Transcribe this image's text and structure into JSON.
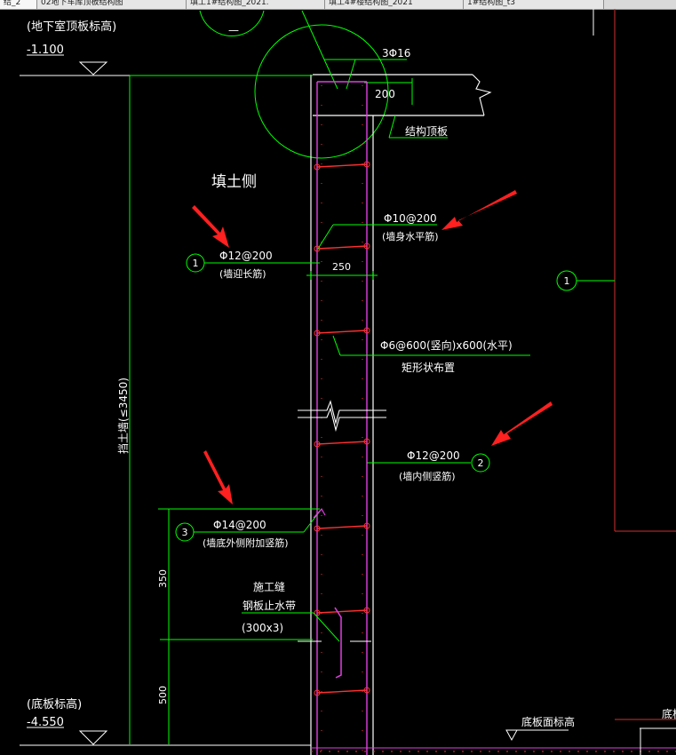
{
  "tabs": [
    {
      "label": "结_2"
    },
    {
      "label": "02地下车库顶板结构图"
    },
    {
      "label": "填工1#结构图_2021."
    },
    {
      "label": "填工4#楼结构图_2021"
    },
    {
      "label": "1#结构图_t3"
    }
  ],
  "drawing": {
    "top_elev_label": "(地下室顶板标高)",
    "top_elev_value": "-1.100",
    "bottom_elev_label": "(底板标高)",
    "bottom_elev_value": "-4.550",
    "fill_side": "填土侧",
    "rebar_top": "3Φ16",
    "dim_200": "200",
    "slab_label": "结构顶板",
    "horiz_bar": "Φ10@200",
    "horiz_bar_desc": "(墙身水平筋)",
    "out_vert_bar": "Φ12@200",
    "out_vert_bar_desc": "(墙迎长筋)",
    "wall_thickness": "250",
    "tie_bar": "Φ6@600(竖向)x600(水平)",
    "tie_bar_desc": "矩形状布置",
    "in_vert_bar": "Φ12@200",
    "in_vert_bar_desc": "(墙内侧竖筋)",
    "add_bar": "Φ14@200",
    "add_bar_desc": "(墙底外侧附加竖筋)",
    "joint_title1": "施工缝",
    "joint_title2": "钢板止水带",
    "joint_size": "(300x3)",
    "height_dim": "挡土墙(≤3450)",
    "dim_350": "350",
    "dim_500": "500",
    "floor_elev": "底板面标高",
    "floor_elev_right": "底板",
    "marker_1": "1",
    "marker_2": "2",
    "marker_3": "3",
    "marker_1_right": "1",
    "marker_dash": "—"
  }
}
